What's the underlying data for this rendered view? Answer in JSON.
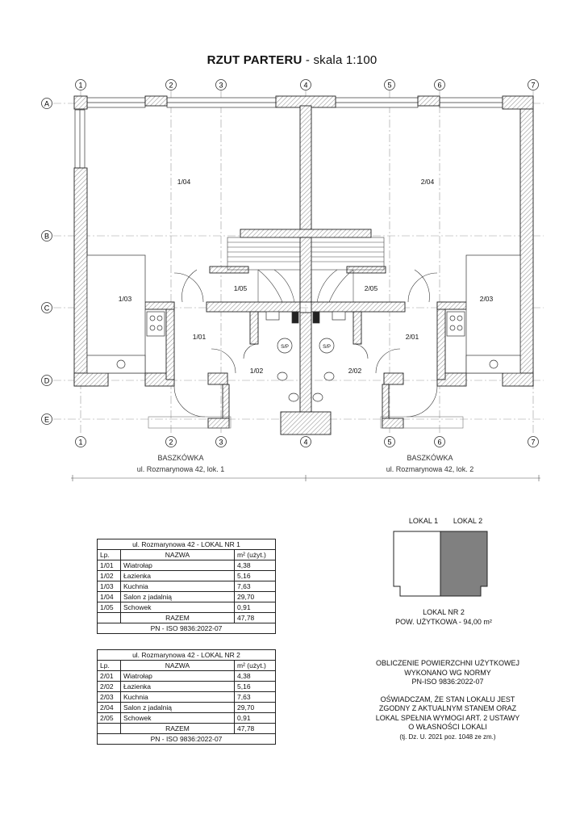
{
  "title": {
    "bold": "RZUT PARTERU",
    "rest": " - skala 1:100"
  },
  "grid": {
    "columns": [
      "1",
      "2",
      "3",
      "4",
      "5",
      "6",
      "7"
    ],
    "rows": [
      "A",
      "B",
      "C",
      "D",
      "E"
    ]
  },
  "rooms": {
    "r104": "1/04",
    "r204": "2/04",
    "r105": "1/05",
    "r205": "2/05",
    "r103": "1/03",
    "r203": "2/03",
    "r101": "1/01",
    "r201": "2/01",
    "r102": "1/02",
    "r202": "2/02",
    "sp": "S/P"
  },
  "labels": {
    "left_title": "BASZKÓWKA",
    "left_address": "ul. Rozmarynowa 42, lok. 1",
    "right_title": "BASZKÓWKA",
    "right_address": "ul. Rozmarynowa 42, lok. 2"
  },
  "table1": {
    "header": "ul. Rozmarynowa 42 - LOKAL NR 1",
    "col_lp": "Lp.",
    "col_name": "NAZWA",
    "col_area": "m² (użyt.)",
    "rows": [
      {
        "lp": "1/01",
        "name": "Wiatrołap",
        "area": "4,38"
      },
      {
        "lp": "1/02",
        "name": "Łazienka",
        "area": "5,16"
      },
      {
        "lp": "1/03",
        "name": "Kuchnia",
        "area": "7,63"
      },
      {
        "lp": "1/04",
        "name": "Salon z jadalnią",
        "area": "29,70"
      },
      {
        "lp": "1/05",
        "name": "Schowek",
        "area": "0,91"
      }
    ],
    "total_label": "RAZEM",
    "total": "47,78",
    "norm": "PN - ISO 9836:2022-07"
  },
  "table2": {
    "header": "ul. Rozmarynowa 42 - LOKAL NR 2",
    "col_lp": "Lp.",
    "col_name": "NAZWA",
    "col_area": "m² (użyt.)",
    "rows": [
      {
        "lp": "2/01",
        "name": "Wiatrołap",
        "area": "4,38"
      },
      {
        "lp": "2/02",
        "name": "Łazienka",
        "area": "5,16"
      },
      {
        "lp": "2/03",
        "name": "Kuchnia",
        "area": "7,63"
      },
      {
        "lp": "2/04",
        "name": "Salon z jadalnią",
        "area": "29,70"
      },
      {
        "lp": "2/05",
        "name": "Schowek",
        "area": "0,91"
      }
    ],
    "total_label": "RAZEM",
    "total": "47,78",
    "norm": "PN - ISO 9836:2022-07"
  },
  "legend": {
    "lokal1": "LOKAL 1",
    "lokal2": "LOKAL 2",
    "caption1": "LOKAL NR 2",
    "caption2": "POW. UŻYTKOWA - 94,00 m²",
    "fill_color": "#808080"
  },
  "declaration": {
    "l1": "OBLICZENIE POWIERZCHNI UŻYTKOWEJ",
    "l2": "WYKONANO WG NORMY",
    "l3": "PN-ISO 9836:2022-07",
    "l4": "OŚWIADCZAM, ŻE STAN LOKALU JEST",
    "l5": "ZGODNY Z AKTUALNYM STANEM ORAZ",
    "l6": "LOKAL SPEŁNIA WYMOGI ART. 2 USTAWY",
    "l7": "O WŁASNOŚCI LOKALI",
    "l8": "(tj. Dz. U. 2021 poz. 1048 ze zm.)"
  },
  "colors": {
    "wall_hatch": "#bbbbbb",
    "line": "#222222"
  }
}
